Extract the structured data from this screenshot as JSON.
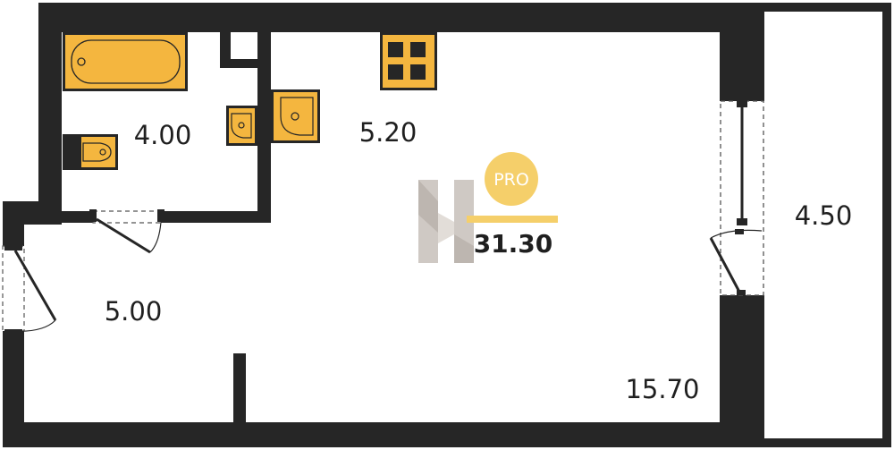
{
  "plan": {
    "rooms": {
      "bathroom": "4.00",
      "kitchen": "5.20",
      "hallway": "5.00",
      "living": "15.70",
      "balcony": "4.50"
    },
    "total_area": "31.30",
    "badge": "PRO"
  },
  "colors": {
    "wall": "#262626",
    "fixture": "#f4b63f",
    "fixture_light": "#f7c85c",
    "badge": "#f5cf6a",
    "logo": "#cfc9c4",
    "background": "#ffffff"
  },
  "icons": [
    "bathtub-icon",
    "toilet-icon",
    "sink-icon",
    "stove-icon",
    "brand-logo-icon"
  ]
}
